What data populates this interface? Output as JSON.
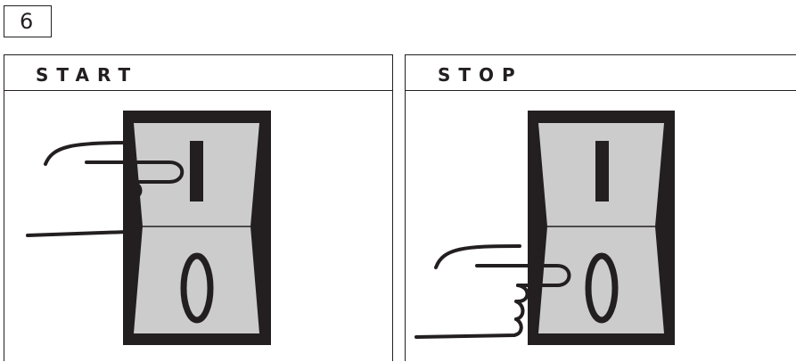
{
  "step": {
    "number": "6"
  },
  "panels": [
    {
      "label": "START",
      "pressed": "I"
    },
    {
      "label": "STOP",
      "pressed": "O"
    }
  ],
  "switch": {
    "on_symbol": "I",
    "off_symbol": "O"
  },
  "colors": {
    "frame": "#231f20",
    "rocker": "#cccccc"
  }
}
